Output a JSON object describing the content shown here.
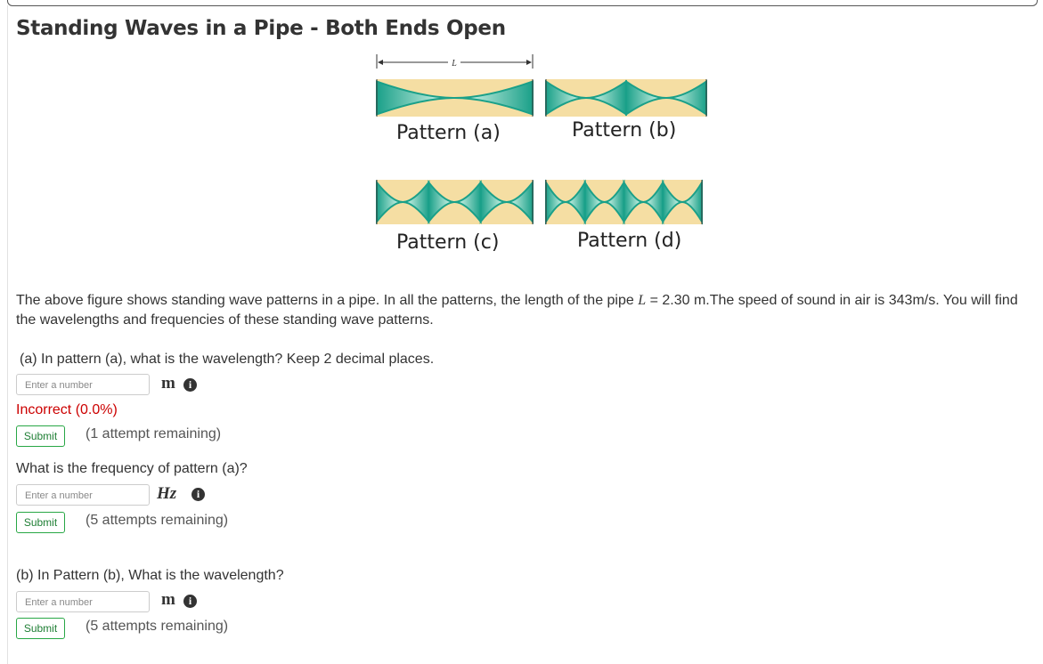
{
  "title": "Standing Waves in a Pipe - Both Ends Open",
  "figure": {
    "length_label": "L",
    "patterns": [
      "Pattern (a)",
      "Pattern (b)",
      "Pattern (c)",
      "Pattern (d)"
    ],
    "colors": {
      "pipe": "#f5dea3",
      "wave": "#1aa089",
      "wave_light": "#e8fff3"
    }
  },
  "intro": {
    "part1": "The above figure shows standing wave patterns in a pipe. In all the patterns, the length of the pipe ",
    "var": "L",
    "part2": " = 2.30 m.The speed of sound in air is 343m/s.  You will find the wavelengths and frequencies of these standing wave patterns."
  },
  "questions": [
    {
      "text": "(a) In pattern (a), what is the wavelength? Keep 2 decimal places.",
      "placeholder": "Enter a number",
      "unit": "m",
      "status": "Incorrect (0.0%)",
      "submit": "Submit",
      "attempts": "(1 attempt remaining)"
    },
    {
      "text": "What is the frequency of pattern (a)?",
      "placeholder": "Enter a number",
      "unit": "Hz",
      "submit": "Submit",
      "attempts": "(5 attempts remaining)"
    },
    {
      "text": "(b) In Pattern (b), What is the wavelength?",
      "placeholder": "Enter a number",
      "unit": "m",
      "submit": "Submit",
      "attempts": "(5 attempts remaining)"
    }
  ],
  "info_icon": "info-circle-icon"
}
